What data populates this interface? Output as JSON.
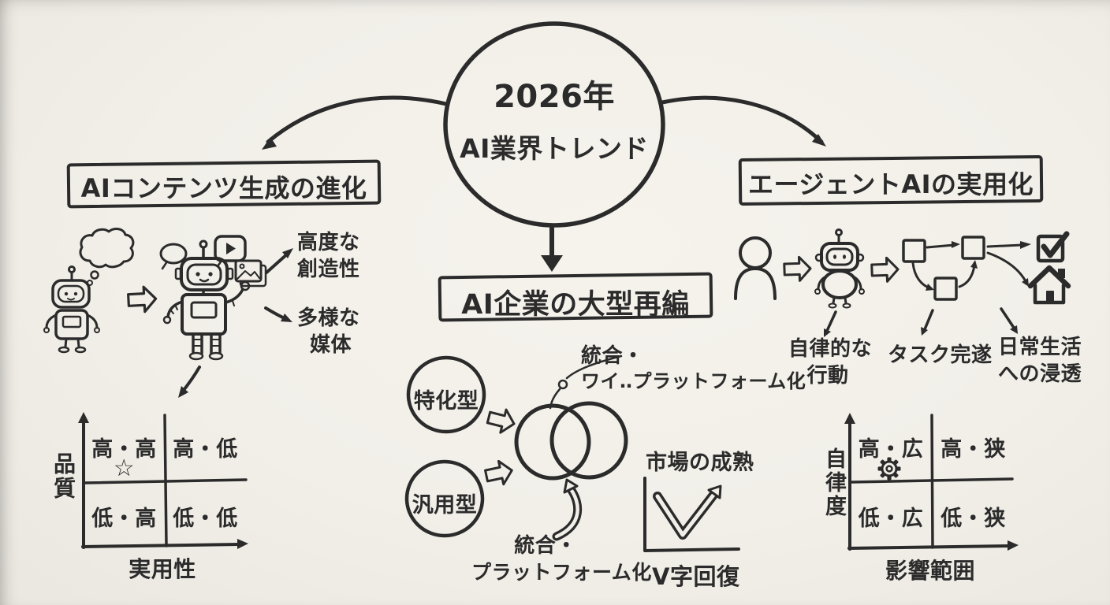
{
  "colors": {
    "ink": "#2b2b2b",
    "paper": "#f2efe9"
  },
  "center_node": {
    "line1": "2026年",
    "line2": "AI業界トレンド"
  },
  "branch_left": {
    "title": "AIコンテンツ生成の進化",
    "outcome_creativity": {
      "line1": "高度な",
      "line2": "創造性"
    },
    "outcome_media": {
      "line1": "多様な",
      "line2": "媒体"
    },
    "matrix": {
      "y_axis": "品質",
      "x_axis": "実用性",
      "quadrant_tl": "高・高",
      "quadrant_tr": "高・低",
      "quadrant_bl": "低・高",
      "quadrant_br": "低・低",
      "star_icon": "☆"
    }
  },
  "branch_center": {
    "title": "AI企業の大型再編",
    "circle_specialized": "特化型",
    "circle_general": "汎用型",
    "venn_note": {
      "line1": "統合・",
      "line2": "ワイ‥プラットフォーム化"
    },
    "bottom_note": {
      "line1": "統合・",
      "line2": "プラットフォーム化"
    },
    "v_chart": {
      "title": "市場の成熟",
      "caption": "V字回復"
    }
  },
  "branch_right": {
    "title": "エージェントAIの実用化",
    "label_autonomy": {
      "line1": "自律的な",
      "line2": "行動"
    },
    "label_task": "タスク完遂",
    "label_daily": {
      "line1": "日常生活",
      "line2": "への浸透"
    },
    "matrix": {
      "y_axis": "自律度",
      "x_axis": "影響範囲",
      "quadrant_tl": "高・広",
      "quadrant_tr": "高・狭",
      "quadrant_bl": "低・広",
      "quadrant_br": "低・狭",
      "gear_icon": "gear"
    }
  }
}
